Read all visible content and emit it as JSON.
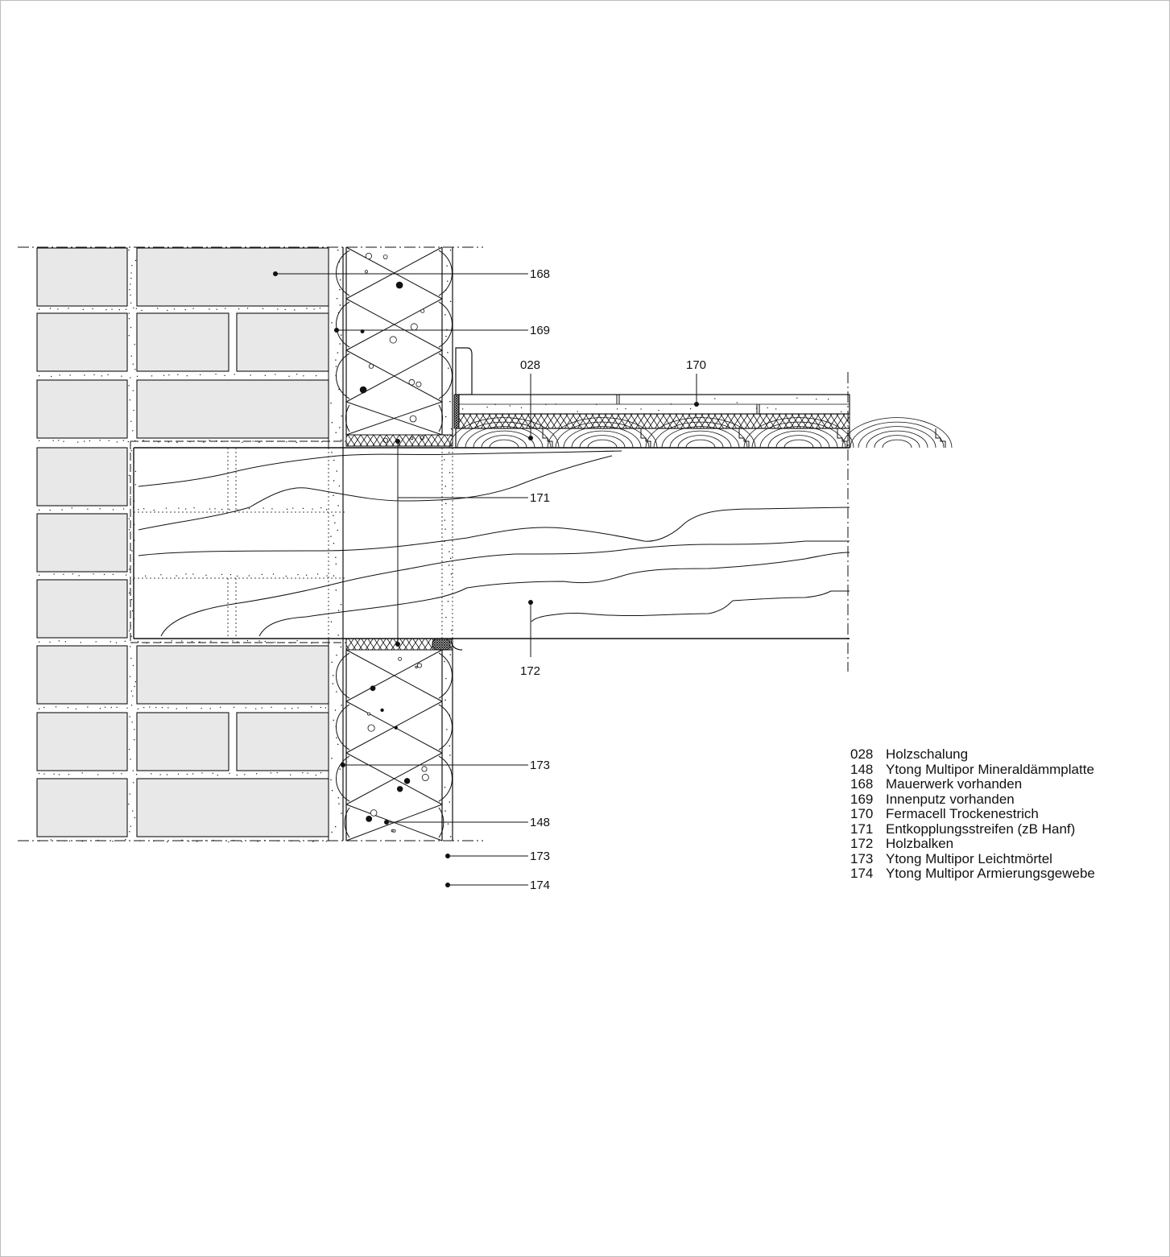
{
  "callouts": [
    {
      "code": "168"
    },
    {
      "code": "169"
    },
    {
      "code": "028"
    },
    {
      "code": "170"
    },
    {
      "code": "171"
    },
    {
      "code": "172"
    },
    {
      "code": "173"
    },
    {
      "code": "148"
    },
    {
      "code": "173"
    },
    {
      "code": "174"
    }
  ],
  "legend": [
    {
      "code": "028",
      "text": "Holzschalung"
    },
    {
      "code": "148",
      "text": "Ytong Multipor Mineraldämmplatte"
    },
    {
      "code": "168",
      "text": "Mauerwerk vorhanden"
    },
    {
      "code": "169",
      "text": "Innenputz vorhanden"
    },
    {
      "code": "170",
      "text": "Fermacell Trockenestrich"
    },
    {
      "code": "171",
      "text": "Entkopplungsstreifen (zB Hanf)"
    },
    {
      "code": "172",
      "text": "Holzbalken"
    },
    {
      "code": "173",
      "text": "Ytong Multipor Leichtmörtel"
    },
    {
      "code": "174",
      "text": "Ytong Multipor Armierungsgewebe"
    }
  ],
  "colors": {
    "brick_fill": "#e8e8e8",
    "line": "#111111",
    "frame_border": "#bdbdbd",
    "background": "#ffffff"
  }
}
